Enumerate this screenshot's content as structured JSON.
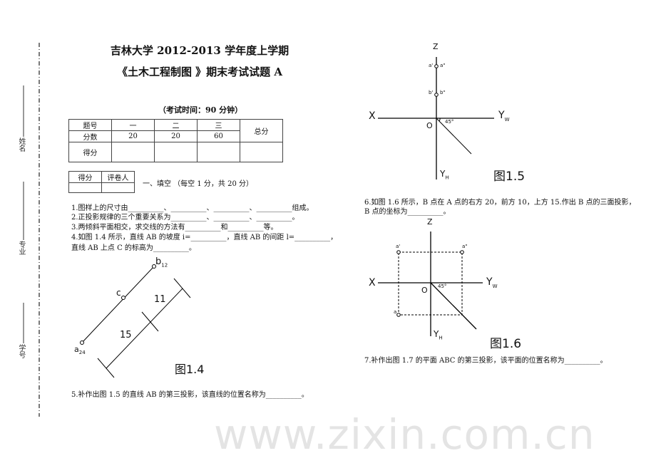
{
  "header": {
    "title_line1": "吉林大学 2012-2013 学年度上学期",
    "title_line2": "《土木工程制图 》期末考试试题 A",
    "exam_time": "（考试时间：90 分钟）"
  },
  "margin": {
    "name_label": "姓名",
    "major_label": "专业",
    "student_id_label": "学号"
  },
  "score_table": {
    "row_labels": [
      "题号",
      "分数",
      "得分"
    ],
    "columns": [
      "一",
      "二",
      "三"
    ],
    "points": [
      "20",
      "20",
      "60"
    ],
    "total_label": "总分"
  },
  "grader_table": {
    "headers": [
      "得分",
      "评卷人"
    ]
  },
  "section1": {
    "heading": "一、填空 （每空 1 分，共 20 分）",
    "questions": [
      "1.图样上的尺寸由__________、__________、__________、__________组成。",
      "2.正投影规律的三个重要关系为__________、__________、__________。",
      "3.两倾斜平面相交，求交线的方法有__________和__________等。",
      "4.如图 1.4 所示，直线 AB 的坡度 i=__________，直线 AB 的间距 l=__________，",
      "直线 AB 上点 C 的标高为__________。",
      "5.补作出图 1.5 的直线 AB 的第三投影，该直线的位置名称为__________。",
      "6.如图 1.6 所示，B 点在 A 点的右方 20，前方 10，上方 15.作出 B 点的三面投影，",
      "B 点的坐标为__________。",
      "7.补作出图 1.7 的平面 ABC 的第三投影，该平面的位置名称为__________。"
    ]
  },
  "figures": {
    "fig14": {
      "caption": "图1.4",
      "label_a": "a",
      "sub_a": "24",
      "label_b": "b",
      "sub_b": "12",
      "label_c": "c",
      "dim1": "11",
      "dim2": "15"
    },
    "fig15": {
      "caption": "图1.5",
      "z": "Z",
      "x": "X",
      "yw": "Y",
      "yw_sub": "W",
      "yh": "Y",
      "yh_sub": "H",
      "o": "O",
      "angle": "45°",
      "pt1_left": "a'",
      "pt1_right": "a\"",
      "pt2_left": "b'",
      "pt2_right": "b\""
    },
    "fig16": {
      "caption": "图1.6",
      "z": "Z",
      "x": "X",
      "yw": "Y",
      "yw_sub": "W",
      "yh": "Y",
      "yh_sub": "H",
      "o": "O",
      "angle": "45°",
      "pt_front": "a'",
      "pt_side": "a\"",
      "pt_top": "a"
    }
  },
  "watermark": "www.zixin.com.cn"
}
